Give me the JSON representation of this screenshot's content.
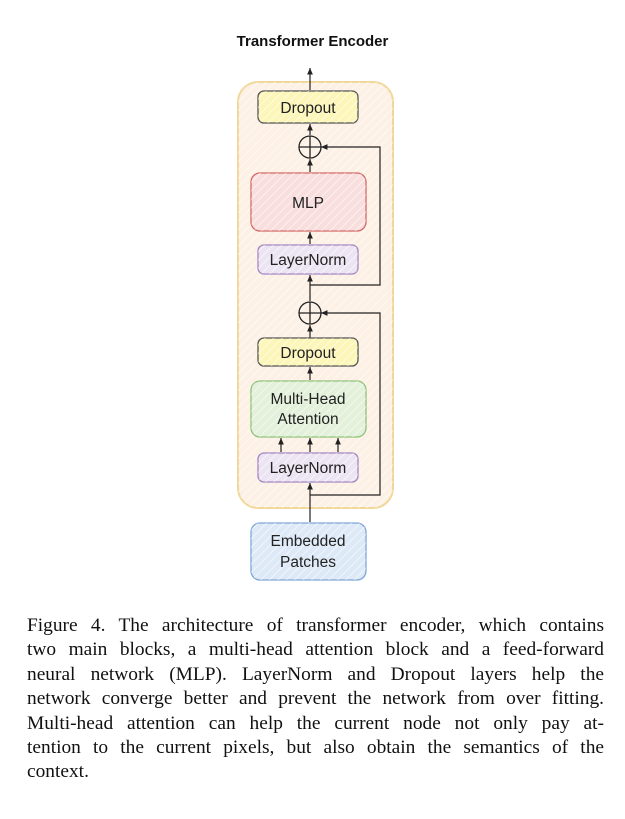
{
  "figure": {
    "title": "Transformer Encoder",
    "blocks": {
      "dropout_top": "Dropout",
      "mlp": "MLP",
      "layernorm_top": "LayerNorm",
      "dropout_bottom": "Dropout",
      "mha_line1": "Multi-Head",
      "mha_line2": "Attention",
      "layernorm_bottom": "LayerNorm",
      "embedded_line1": "Embedded",
      "embedded_line2": "Patches"
    },
    "icons": {
      "add": "circled-plus",
      "arrow": "arrow-up"
    },
    "colors": {
      "container_fill": "#fdf1e6",
      "container_stroke": "#f2d79a",
      "dropout_fill": "#fdf6b9",
      "mlp_fill": "#f9dede",
      "mlp_stroke": "#d46a6a",
      "layernorm_fill": "#ece4f2",
      "layernorm_stroke": "#a486c4",
      "mha_fill": "#e3f0da",
      "mha_stroke": "#90c27a",
      "embedded_fill": "#dde9f7",
      "embedded_stroke": "#7fa6d6",
      "line": "#222222"
    }
  },
  "caption": {
    "lines": [
      "Figure 4. The architecture of transformer encoder, which contains",
      "two main blocks, a multi-head attention block and a feed-forward",
      "neural network (MLP). LayerNorm and Dropout layers help the",
      "network converge better and prevent the network from over fitting.",
      "Multi-head attention can help the current node not only pay at-",
      "tention to the current pixels, but also obtain the semantics of the",
      "context."
    ]
  }
}
